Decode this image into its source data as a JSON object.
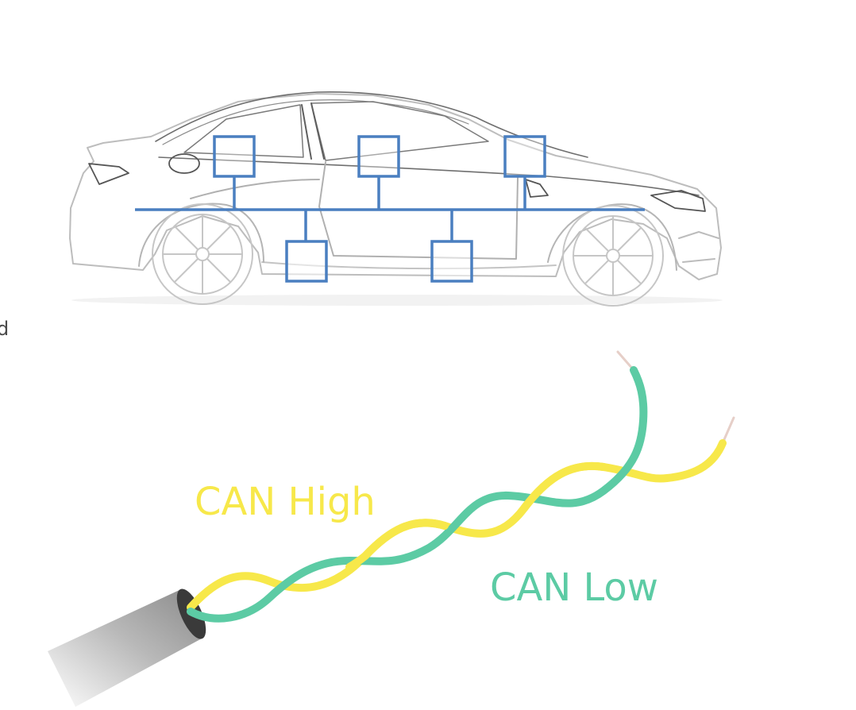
{
  "diagram": {
    "edge_text": "d",
    "wires": {
      "high_label": "CAN High",
      "low_label": "CAN Low"
    },
    "ecu_count": 5
  },
  "colors": {
    "can_high": "#f7e84a",
    "can_low": "#5ccba4",
    "bus": "#4a7fc0",
    "car_outline": "#cfcfcf",
    "cable_jacket": "#8a8a8a"
  }
}
